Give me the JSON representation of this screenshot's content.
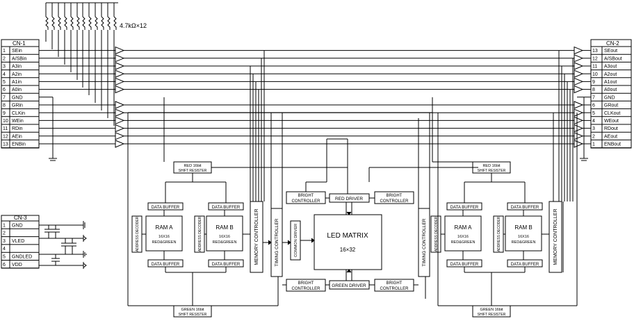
{
  "resistor_note": "4.7kΩ×12",
  "cn1": {
    "title": "CN-1",
    "pins": [
      {
        "n": "1",
        "name": "SEin"
      },
      {
        "n": "2",
        "name": "A/SBin"
      },
      {
        "n": "3",
        "name": "A3in"
      },
      {
        "n": "4",
        "name": "A2in"
      },
      {
        "n": "5",
        "name": "A1in"
      },
      {
        "n": "6",
        "name": "A0in"
      },
      {
        "n": "7",
        "name": "GND"
      },
      {
        "n": "8",
        "name": "GRin"
      },
      {
        "n": "9",
        "name": "CLKin"
      },
      {
        "n": "10",
        "name": "WEin"
      },
      {
        "n": "11",
        "name": "RDin"
      },
      {
        "n": "12",
        "name": "AEin"
      },
      {
        "n": "13",
        "name": "ENBin"
      }
    ]
  },
  "cn2": {
    "title": "CN-2",
    "pins": [
      {
        "n": "13",
        "name": "SEout"
      },
      {
        "n": "12",
        "name": "A/SBout"
      },
      {
        "n": "11",
        "name": "A3out"
      },
      {
        "n": "10",
        "name": "A2out"
      },
      {
        "n": "9",
        "name": "A1out"
      },
      {
        "n": "8",
        "name": "A0out"
      },
      {
        "n": "7",
        "name": "GND"
      },
      {
        "n": "6",
        "name": "GRout"
      },
      {
        "n": "5",
        "name": "CLKout"
      },
      {
        "n": "4",
        "name": "WEout"
      },
      {
        "n": "3",
        "name": "RDout"
      },
      {
        "n": "2",
        "name": "AEout"
      },
      {
        "n": "1",
        "name": "ENBout"
      }
    ]
  },
  "cn3": {
    "title": "CN-3",
    "pins": [
      {
        "n": "1",
        "name": "GND"
      },
      {
        "n": "2",
        "name": ""
      },
      {
        "n": "3",
        "name": "VLED"
      },
      {
        "n": "4",
        "name": ""
      },
      {
        "n": "5",
        "name": "GNDLED"
      },
      {
        "n": "6",
        "name": "VDD"
      }
    ]
  },
  "blocks": {
    "shift_reg_red_1": "RED 16bit",
    "shift_reg_red_2": "SHIFT RESISTER",
    "shift_reg_green_1": "GREEN 16bit",
    "shift_reg_green_2": "SHIFT RESISTER",
    "data_buffer": "DATA BUFFER",
    "address_decoder": "ADDRESS DECODER",
    "ram_a": "RAM A",
    "ram_b": "RAM B",
    "ram_size": "16X16",
    "ram_color": "RED&GREEN",
    "memory_controller": "MEMORY CONTROLLER",
    "timing_controller": "TIMING CONTROLLER",
    "common_driver": "COMMON DRIVER",
    "bright": "BRIGHT",
    "controller": "CONTROLLER",
    "red_driver": "RED DRIVER",
    "green_driver": "GREEN DRIVER",
    "led_matrix": "LED MATRIX",
    "led_matrix_size": "16×32"
  }
}
